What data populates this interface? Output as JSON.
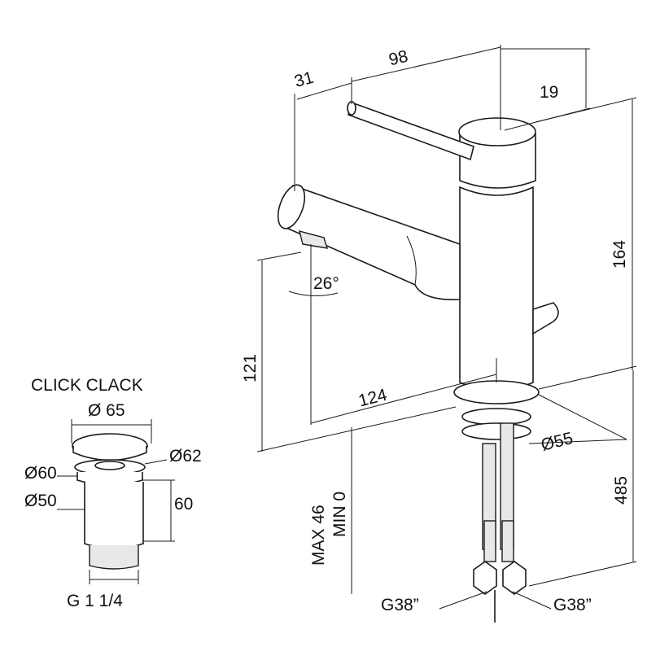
{
  "faucet": {
    "dim_lever_reach": "98",
    "dim_lever_offset": "31",
    "dim_top_handle": "19",
    "dim_total_height": "164",
    "dim_spout_angle": "26°",
    "dim_spout_height": "121",
    "dim_spout_reach": "124",
    "dim_base_diameter": "Ø55",
    "dim_hose_length": "485",
    "dim_deck_max": "MAX 46",
    "dim_deck_min": "MIN 0",
    "thread_left": "G38”",
    "thread_right": "G38”"
  },
  "click_clack": {
    "title": "CLICK CLACK",
    "dim_cap": "Ø 65",
    "dim_flange": "Ø62",
    "dim_collar": "Ø60",
    "dim_body": "Ø50",
    "dim_height": "60",
    "thread": "G 1 1/4"
  }
}
